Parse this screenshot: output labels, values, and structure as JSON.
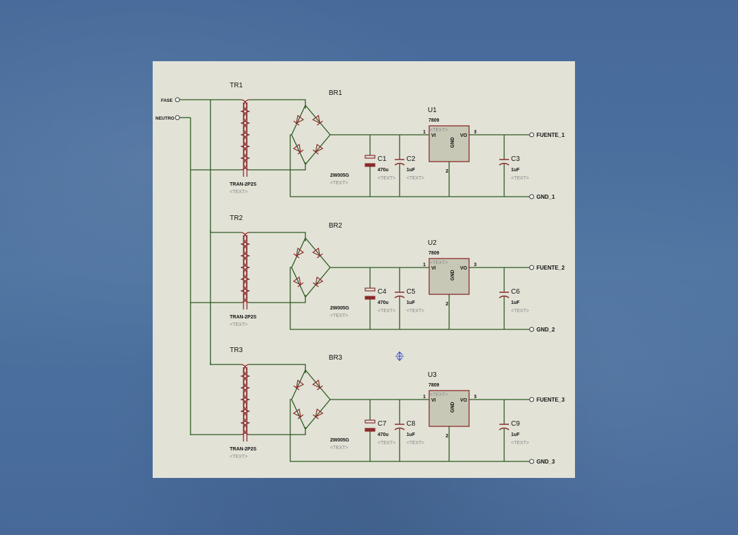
{
  "inputs": {
    "fase": "FASE",
    "neutro": "NEUTRO"
  },
  "common": {
    "tran_model": "TRAN-2P2S",
    "bridge_model": "2W005G",
    "reg_model": "7809",
    "placeholder": "<TEXT>",
    "pin_vi": "VI",
    "pin_vo": "VO",
    "pin_gnd": "GND",
    "pin1": "1",
    "pin2": "2",
    "pin3": "3",
    "c_elec_value": "470u",
    "c_value": "1uF"
  },
  "stages": [
    {
      "tr": "TR1",
      "br": "BR1",
      "u": "U1",
      "c_elec": "C1",
      "c_in": "C2",
      "c_out": "C3",
      "out": "FUENTE_1",
      "gnd": "GND_1"
    },
    {
      "tr": "TR2",
      "br": "BR2",
      "u": "U2",
      "c_elec": "C4",
      "c_in": "C5",
      "c_out": "C6",
      "out": "FUENTE_2",
      "gnd": "GND_2"
    },
    {
      "tr": "TR3",
      "br": "BR3",
      "u": "U3",
      "c_elec": "C7",
      "c_in": "C8",
      "c_out": "C9",
      "out": "FUENTE_3",
      "gnd": "GND_3"
    }
  ],
  "colors": {
    "wire": "#2d5a1e",
    "component": "#8b2a2a",
    "regulator_fill": "#c8c8b6",
    "cursor": "#2a3fc8"
  }
}
